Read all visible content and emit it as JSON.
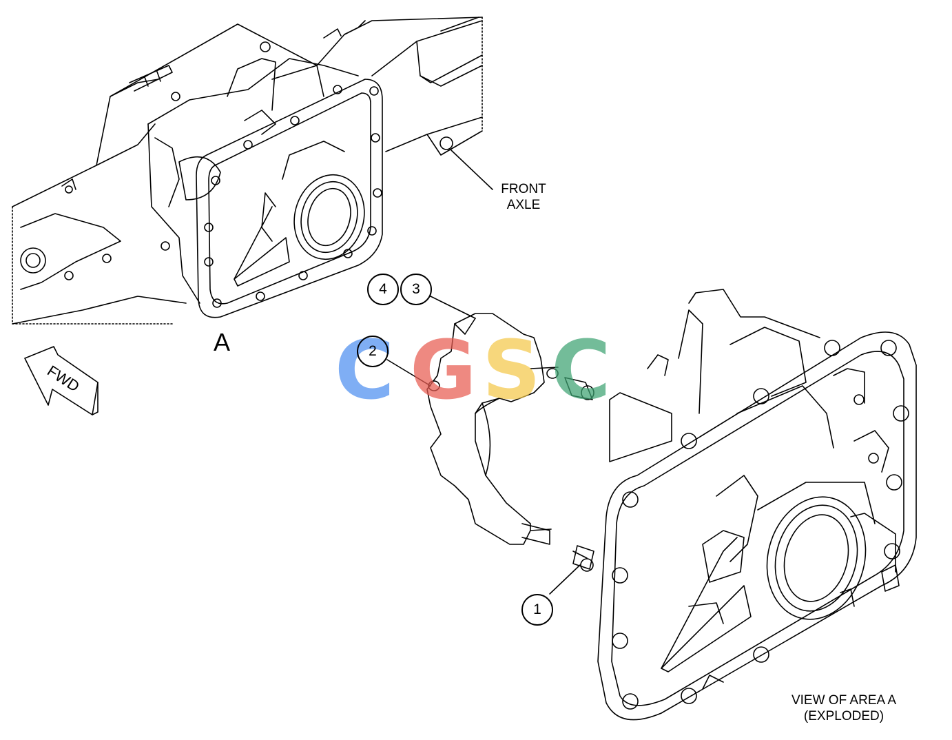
{
  "labels": {
    "front_axle_line1": "FRONT",
    "front_axle_line2": "AXLE",
    "area_a": "A",
    "fwd": "FWD",
    "view_line1": "VIEW OF AREA A",
    "view_line2": "(EXPLODED)"
  },
  "callouts": [
    "1",
    "2",
    "3",
    "4"
  ],
  "watermark": {
    "letters": [
      "C",
      "G",
      "S",
      "C"
    ],
    "colors": [
      "#4f8ff0",
      "#e85c52",
      "#f5c94a",
      "#3ea372"
    ]
  }
}
